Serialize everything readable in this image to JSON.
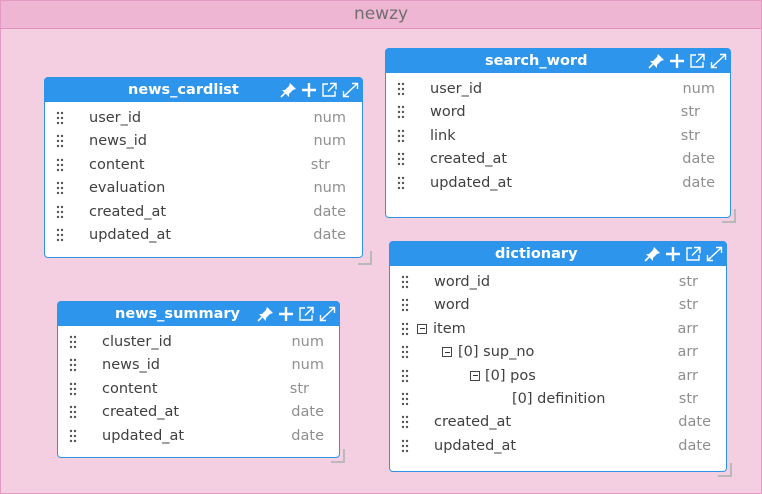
{
  "canvas": {
    "title": "newzy"
  },
  "tables": {
    "news_cardlist": {
      "name": "news_cardlist",
      "fields": [
        {
          "name": "user_id",
          "type": "num"
        },
        {
          "name": "news_id",
          "type": "num"
        },
        {
          "name": "content",
          "type": "str"
        },
        {
          "name": "evaluation",
          "type": "num"
        },
        {
          "name": "created_at",
          "type": "date"
        },
        {
          "name": "updated_at",
          "type": "date"
        }
      ]
    },
    "search_word": {
      "name": "search_word",
      "fields": [
        {
          "name": "user_id",
          "type": "num"
        },
        {
          "name": "word",
          "type": "str"
        },
        {
          "name": "link",
          "type": "str"
        },
        {
          "name": "created_at",
          "type": "date"
        },
        {
          "name": "updated_at",
          "type": "date"
        }
      ]
    },
    "news_summary": {
      "name": "news_summary",
      "fields": [
        {
          "name": "cluster_id",
          "type": "num"
        },
        {
          "name": "news_id",
          "type": "num"
        },
        {
          "name": "content",
          "type": "str"
        },
        {
          "name": "created_at",
          "type": "date"
        },
        {
          "name": "updated_at",
          "type": "date"
        }
      ]
    },
    "dictionary": {
      "name": "dictionary",
      "fields": [
        {
          "name": "word_id",
          "type": "str"
        },
        {
          "name": "word",
          "type": "str"
        },
        {
          "name": "item",
          "type": "arr"
        },
        {
          "name": "[0] sup_no",
          "type": "arr"
        },
        {
          "name": "[0] pos",
          "type": "arr"
        },
        {
          "name": "[0] definition",
          "type": "str"
        },
        {
          "name": "created_at",
          "type": "date"
        },
        {
          "name": "updated_at",
          "type": "date"
        }
      ]
    }
  },
  "icons": {
    "pin": "pin-icon",
    "add": "plus-icon",
    "open": "open-external-icon",
    "expand": "expand-icon"
  },
  "colors": {
    "header": "#2e95ec",
    "border": "#2e94ea",
    "canvas": "#f4cfe1",
    "title_bar": "#eeb6d3"
  }
}
